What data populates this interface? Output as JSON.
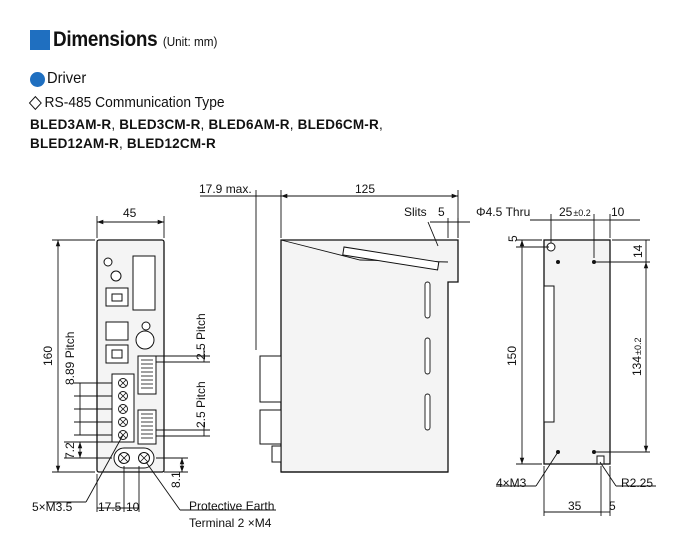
{
  "header": {
    "title": "Dimensions",
    "unit": "(Unit: mm)",
    "section": "Driver",
    "type_label": "RS-485 Communication Type",
    "models_line1": [
      "BLED3AM-R",
      "BLED3CM-R",
      "BLED6AM-R",
      "BLED6CM-R"
    ],
    "models_line2": [
      "BLED12AM-R",
      "BLED12CM-R"
    ],
    "model_separator": ", ",
    "trailing_comma": ","
  },
  "front_view": {
    "width": "45",
    "height": "160",
    "pitch_left": "8.89 Pitch",
    "offset_bottom": "7.2",
    "pitch_right_top": "2.5 Pitch",
    "pitch_right_bottom": "2.5 Pitch",
    "offset_right": "8.1",
    "screw_callout": "5×M3.5",
    "dim_bottom_a": "17.5",
    "dim_bottom_b": "10",
    "pe_label_1": "Protective Earth",
    "pe_label_2": "Terminal 2 ×M4"
  },
  "side_view": {
    "max_depth": "17.9 max.",
    "depth": "125",
    "slits_label": "Slits",
    "slit_dim": "5"
  },
  "rear_view": {
    "hole_label": "Φ4.5 Thru",
    "hole_spacing": "25",
    "hole_spacing_tol": "±0.2",
    "edge_offset": "10",
    "top_offset": "5",
    "right_top": "14",
    "height": "150",
    "hole_pitch": "134",
    "hole_pitch_tol": "±0.2",
    "screw_callout": "4×M3",
    "radius": "R2.25",
    "bottom_a": "35",
    "bottom_b": "5"
  },
  "colors": {
    "accent": "#1f6fc0",
    "line": "#111111",
    "panel": "#f4f4f4"
  }
}
